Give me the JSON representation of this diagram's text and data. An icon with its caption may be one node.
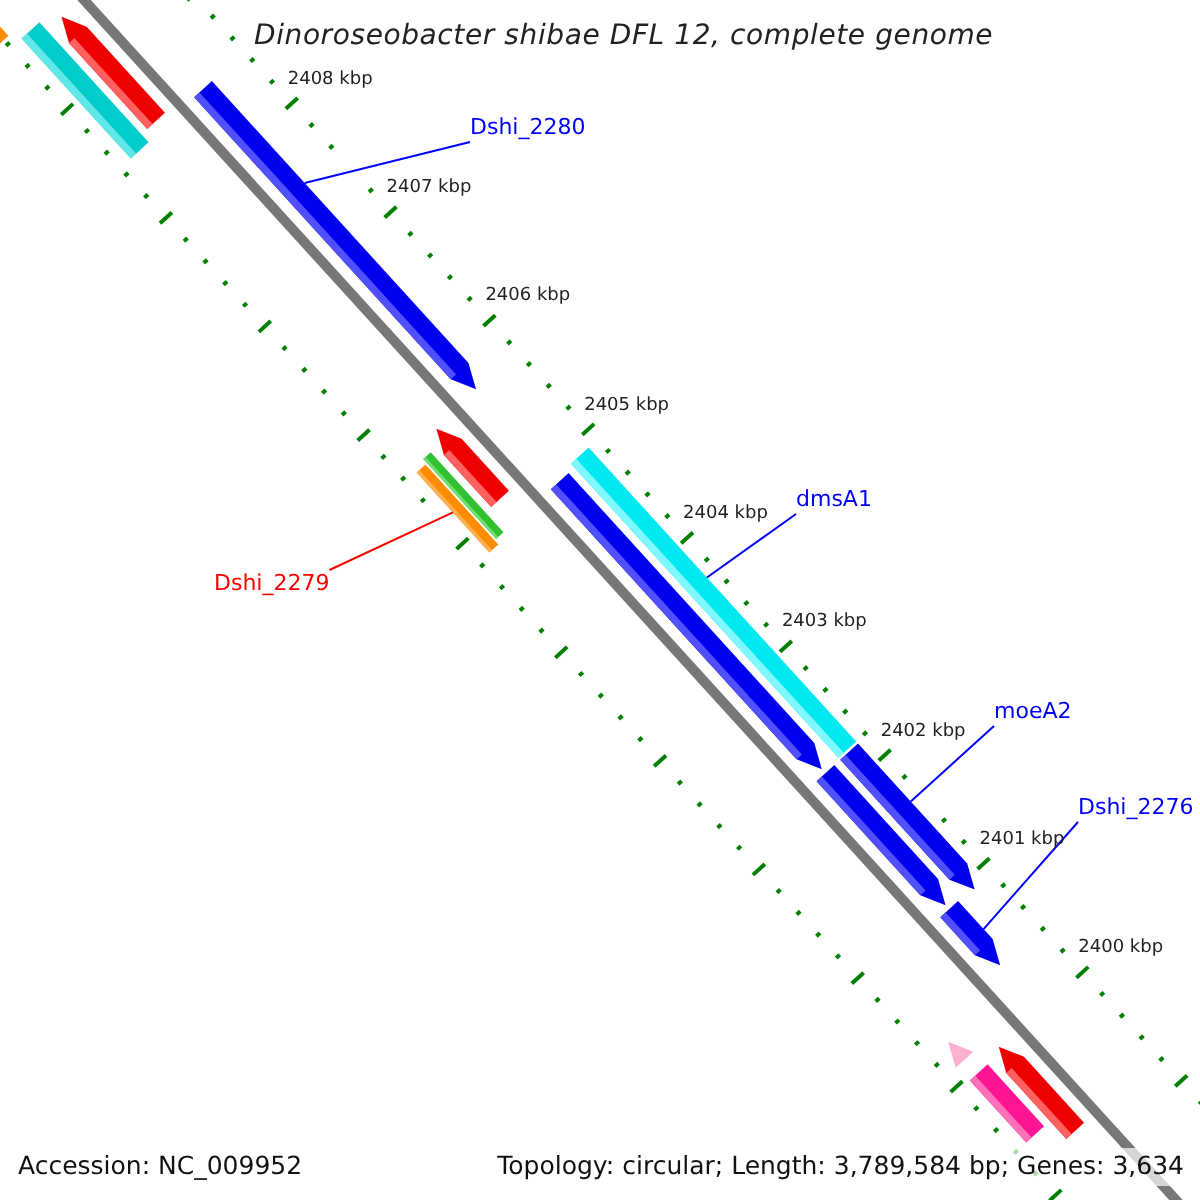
{
  "diagram": {
    "title": "Dinoroseobacter shibae DFL 12, complete genome",
    "nodes": [
      {
        "text": [
          "Dshi_2280"
        ]
      },
      {
        "text": [],
        "shape": "bar"
      },
      {
        "text": [
          "dmsA1"
        ]
      },
      {
        "text": [],
        "shape": "bar"
      },
      {
        "text": [
          "Dshi_2279"
        ]
      },
      {
        "text": [],
        "shape": "bar"
      },
      {
        "text": [
          "moeA2"
        ]
      },
      {
        "text": [],
        "shape": "bar"
      },
      {
        "text": [
          "Dshi_2276"
        ]
      },
      {
        "text": [],
        "shape": "bar"
      },
      {
        "text": [],
        "shape": "bar"
      },
      {
        "text": [],
        "shape": "bar"
      },
      {
        "text": [],
        "shape": "bar"
      },
      {
        "text": [],
        "shape": "bar"
      },
      {
        "text": [],
        "shape": "bar"
      },
      {
        "text": [],
        "shape": "bar"
      },
      {
        "text": [],
        "shape": "bar"
      },
      {
        "text": [],
        "shape": "triangle"
      },
      {
        "text": [],
        "shape": "bar"
      },
      {
        "text": [],
        "shape": "bar"
      }
    ],
    "edges": [
      {
        "from": 0,
        "to": 1,
        "arrow": "none"
      },
      {
        "from": 2,
        "to": 3,
        "arrow": "none"
      },
      {
        "from": 4,
        "to": 5,
        "arrow": "none",
        "color": "#ff0000"
      },
      {
        "from": 6,
        "to": 7,
        "arrow": "none"
      },
      {
        "from": 8,
        "to": 9,
        "arrow": "none"
      }
    ],
    "labels": [
      "2408 kbp",
      "2407 kbp",
      "2406 kbp",
      "2405 kbp",
      "2404 kbp",
      "2403 kbp",
      "2402 kbp",
      "2401 kbp",
      "2400 kbp",
      "Accession: NC_009952",
      "Topology: circular; Length: 3,789,584 bp; Genes: 3,634"
    ]
  }
}
